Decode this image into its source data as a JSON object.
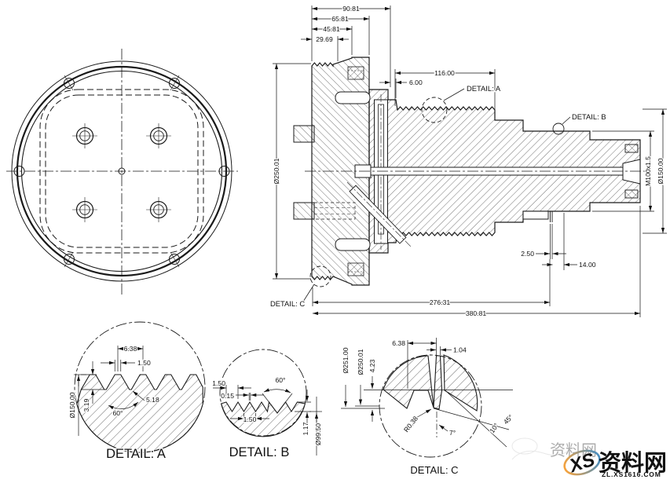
{
  "section": {
    "dims": {
      "d9081": "90.81",
      "d6581": "65.81",
      "d4581": "45.81",
      "d2969": "29.69",
      "d116": "116.00",
      "d6": "6.00",
      "d25001": "Ø250.01",
      "m100": "M100x1.5",
      "d150": "Ø150.00",
      "d250": "2.50",
      "d14": "14.00",
      "d27631": "276.31",
      "d38081": "380.81"
    },
    "labels": {
      "a": "DETAIL: A",
      "b": "DETAIL: B",
      "c": "DETAIL: C"
    }
  },
  "detail_a": {
    "title": "DETAIL: A",
    "p638": "6.38",
    "t150": "1.50",
    "h319": "3.19",
    "d150": "Ø150.00",
    "a60": "60°",
    "f518": "5.18"
  },
  "detail_b": {
    "title": "DETAIL: B",
    "t150a": "1.50",
    "t015": "0.15",
    "a60": "60°",
    "t150b": "1.50",
    "h117": "1.17",
    "d995": "Ø99.50"
  },
  "detail_c": {
    "title": "DETAIL: C",
    "d251": "Ø251.00",
    "d250": "Ø250.01",
    "h423": "4.23",
    "p638": "6.38",
    "w104": "1.04",
    "r038": "R0.38",
    "a7": "7°",
    "a10": "10°",
    "a45": "45°"
  },
  "watermark": {
    "xs": "XS",
    "name": "资料网",
    "url": "ZL.XS1616.COM"
  },
  "colors": {
    "line": "#1a1a1a",
    "wm_red": "#e8453f",
    "wm_url_red": "#d02828",
    "wm_orange": "#f08a28",
    "wm_blue": "#3f7fb5"
  }
}
